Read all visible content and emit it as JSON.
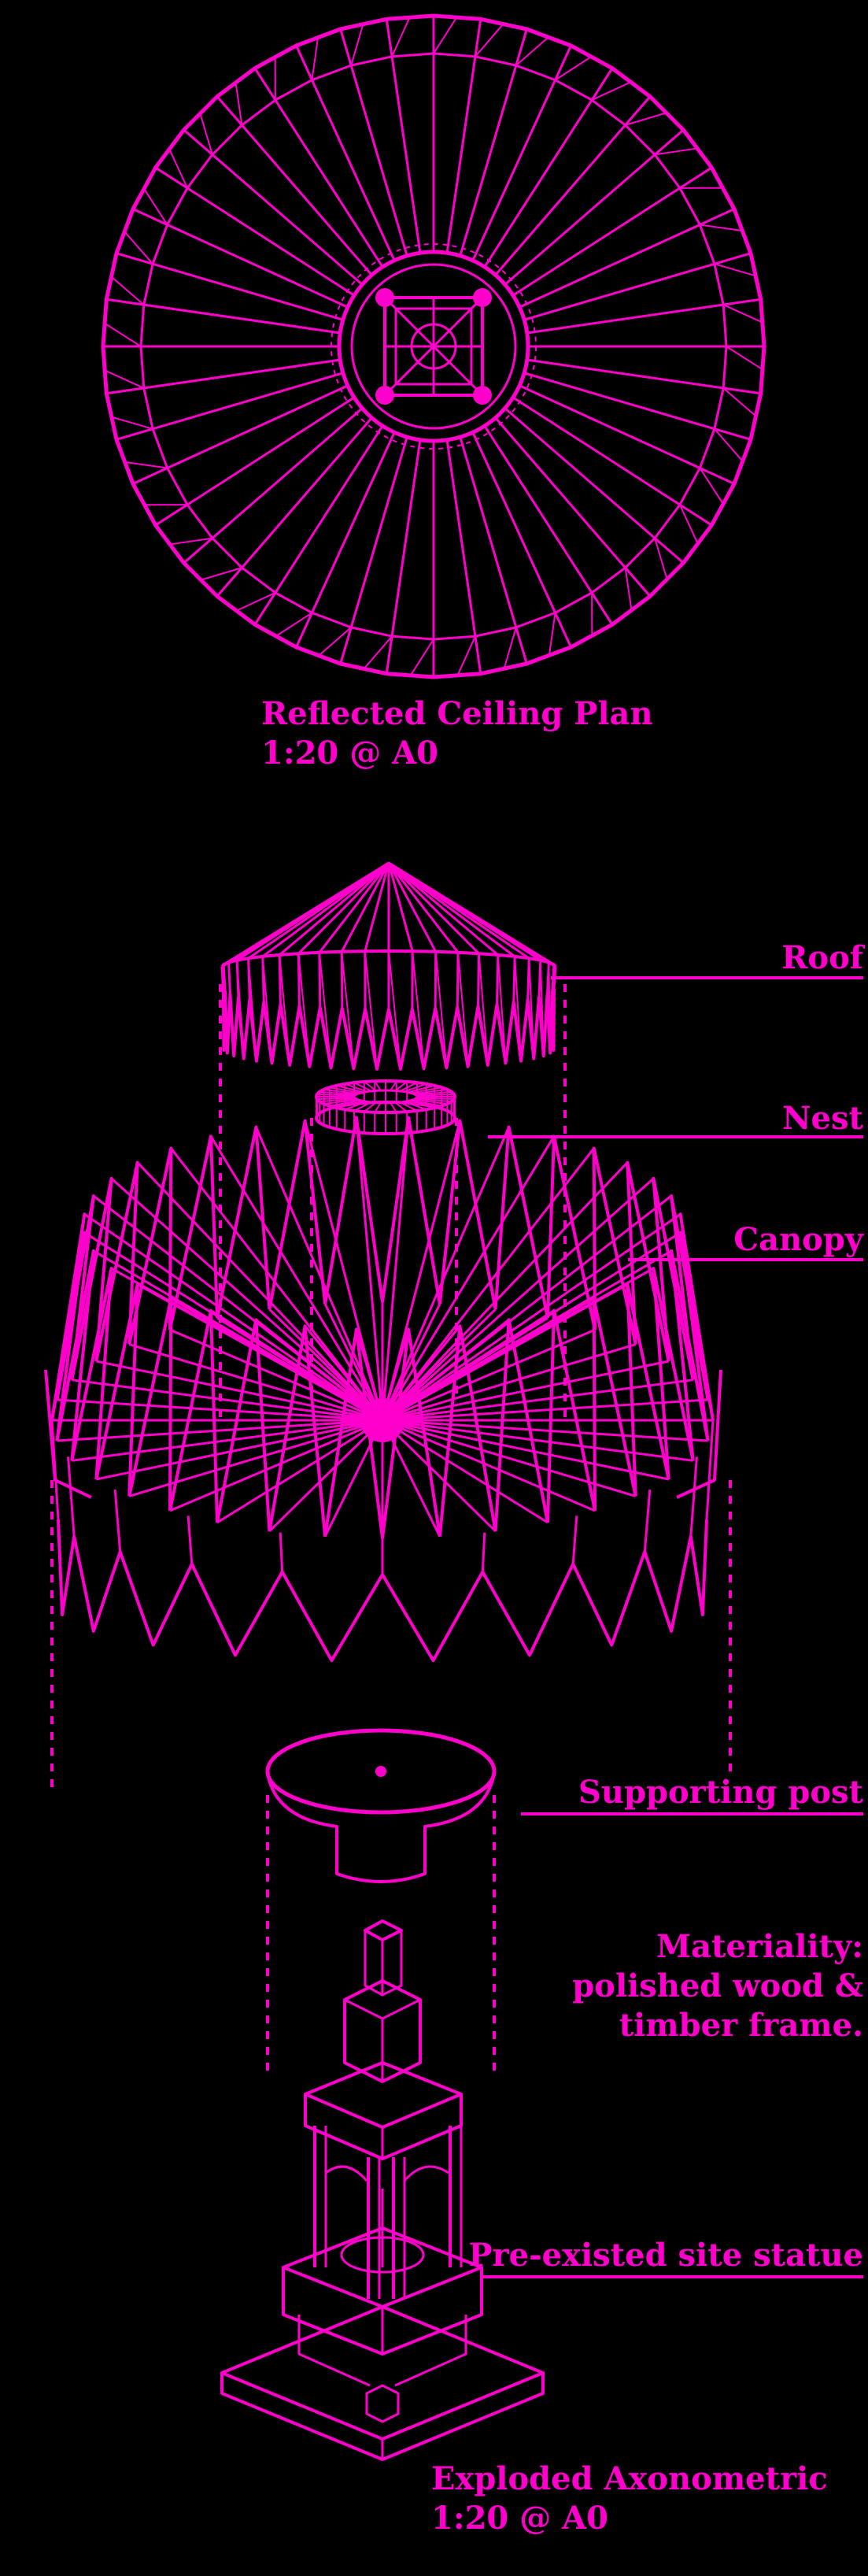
{
  "colors": {
    "background": "#000000",
    "line": "#ff00cc",
    "text": "#ff00cc"
  },
  "plan": {
    "title": "Reflected Ceiling Plan",
    "scale": "1:20 @ A0"
  },
  "axonometric": {
    "title": "Exploded Axonometric",
    "scale": "1:20 @ A0"
  },
  "components": {
    "roof": "Roof",
    "nest": "Nest",
    "canopy": "Canopy",
    "post": "Supporting post",
    "statue": "Pre-existed site statue"
  },
  "materiality": {
    "line1": "Materiality:",
    "line2": "polished wood &",
    "line3": "timber frame."
  }
}
